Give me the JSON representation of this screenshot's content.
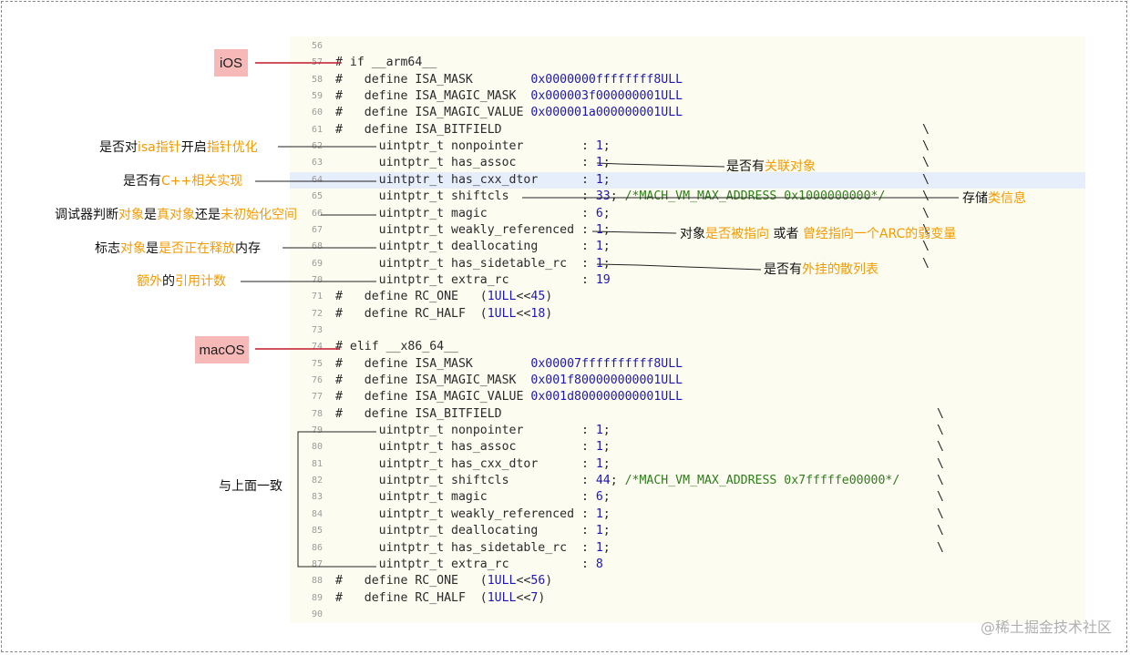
{
  "tags": {
    "ios": "iOS",
    "macos": "macOS"
  },
  "code_lines": [
    {
      "n": "56",
      "segs": []
    },
    {
      "n": "57",
      "segs": [
        {
          "t": "# if __arm64__"
        }
      ]
    },
    {
      "n": "58",
      "segs": [
        {
          "t": "#   define ISA_MASK        "
        },
        {
          "t": "0x0000000ffffffff8ULL",
          "c": "num"
        }
      ]
    },
    {
      "n": "59",
      "segs": [
        {
          "t": "#   define ISA_MAGIC_MASK  "
        },
        {
          "t": "0x000003f000000001ULL",
          "c": "num"
        }
      ]
    },
    {
      "n": "60",
      "segs": [
        {
          "t": "#   define ISA_MAGIC_VALUE "
        },
        {
          "t": "0x000001a000000001ULL",
          "c": "num"
        }
      ]
    },
    {
      "n": "61",
      "segs": [
        {
          "t": "#   define ISA_BITFIELD"
        }
      ],
      "bs": true
    },
    {
      "n": "62",
      "segs": [
        {
          "t": "      uintptr_t nonpointer        : "
        },
        {
          "t": "1",
          "c": "num"
        },
        {
          "t": ";"
        }
      ],
      "bs": true
    },
    {
      "n": "63",
      "segs": [
        {
          "t": "      uintptr_t has_assoc         : "
        },
        {
          "t": "1",
          "c": "num"
        },
        {
          "t": ";"
        }
      ],
      "bs": true
    },
    {
      "n": "64",
      "segs": [
        {
          "t": "      uintptr_t has_cxx_dtor      : "
        },
        {
          "t": "1",
          "c": "num"
        },
        {
          "t": ";"
        }
      ],
      "bs": true,
      "hl": true
    },
    {
      "n": "65",
      "segs": [
        {
          "t": "      uintptr_t shiftcls          : "
        },
        {
          "t": "33",
          "c": "num"
        },
        {
          "t": "; "
        },
        {
          "t": "/*MACH_VM_MAX_ADDRESS 0x1000000000*/",
          "c": "cmt"
        }
      ],
      "bs": true
    },
    {
      "n": "66",
      "segs": [
        {
          "t": "      uintptr_t magic             : "
        },
        {
          "t": "6",
          "c": "num"
        },
        {
          "t": ";"
        }
      ],
      "bs": true
    },
    {
      "n": "67",
      "segs": [
        {
          "t": "      uintptr_t weakly_referenced : "
        },
        {
          "t": "1",
          "c": "num"
        },
        {
          "t": ";"
        }
      ],
      "bs": true
    },
    {
      "n": "68",
      "segs": [
        {
          "t": "      uintptr_t deallocating      : "
        },
        {
          "t": "1",
          "c": "num"
        },
        {
          "t": ";"
        }
      ],
      "bs": true
    },
    {
      "n": "69",
      "segs": [
        {
          "t": "      uintptr_t has_sidetable_rc  : "
        },
        {
          "t": "1",
          "c": "num"
        },
        {
          "t": ";"
        }
      ],
      "bs": true
    },
    {
      "n": "70",
      "segs": [
        {
          "t": "      uintptr_t extra_rc          : "
        },
        {
          "t": "19",
          "c": "num"
        }
      ]
    },
    {
      "n": "71",
      "segs": [
        {
          "t": "#   define RC_ONE   ("
        },
        {
          "t": "1ULL",
          "c": "num"
        },
        {
          "t": "<<"
        },
        {
          "t": "45",
          "c": "num"
        },
        {
          "t": ")"
        }
      ]
    },
    {
      "n": "72",
      "segs": [
        {
          "t": "#   define RC_HALF  ("
        },
        {
          "t": "1ULL",
          "c": "num"
        },
        {
          "t": "<<"
        },
        {
          "t": "18",
          "c": "num"
        },
        {
          "t": ")"
        }
      ]
    },
    {
      "n": "73",
      "segs": []
    },
    {
      "n": "74",
      "segs": [
        {
          "t": "# elif __x86_64__"
        }
      ]
    },
    {
      "n": "75",
      "segs": [
        {
          "t": "#   define ISA_MASK        "
        },
        {
          "t": "0x00007ffffffffff8ULL",
          "c": "num"
        }
      ]
    },
    {
      "n": "76",
      "segs": [
        {
          "t": "#   define ISA_MAGIC_MASK  "
        },
        {
          "t": "0x001f800000000001ULL",
          "c": "num"
        }
      ]
    },
    {
      "n": "77",
      "segs": [
        {
          "t": "#   define ISA_MAGIC_VALUE "
        },
        {
          "t": "0x001d800000000001ULL",
          "c": "num"
        }
      ]
    },
    {
      "n": "78",
      "segs": [
        {
          "t": "#   define ISA_BITFIELD"
        }
      ],
      "bs": true
    },
    {
      "n": "79",
      "segs": [
        {
          "t": "      uintptr_t nonpointer        : "
        },
        {
          "t": "1",
          "c": "num"
        },
        {
          "t": ";"
        }
      ],
      "bs": true
    },
    {
      "n": "80",
      "segs": [
        {
          "t": "      uintptr_t has_assoc         : "
        },
        {
          "t": "1",
          "c": "num"
        },
        {
          "t": ";"
        }
      ],
      "bs": true
    },
    {
      "n": "81",
      "segs": [
        {
          "t": "      uintptr_t has_cxx_dtor      : "
        },
        {
          "t": "1",
          "c": "num"
        },
        {
          "t": ";"
        }
      ],
      "bs": true
    },
    {
      "n": "82",
      "segs": [
        {
          "t": "      uintptr_t shiftcls          : "
        },
        {
          "t": "44",
          "c": "num"
        },
        {
          "t": "; "
        },
        {
          "t": "/*MACH_VM_MAX_ADDRESS 0x7fffffe00000*/",
          "c": "cmt"
        }
      ],
      "bs": true
    },
    {
      "n": "83",
      "segs": [
        {
          "t": "      uintptr_t magic             : "
        },
        {
          "t": "6",
          "c": "num"
        },
        {
          "t": ";"
        }
      ],
      "bs": true
    },
    {
      "n": "84",
      "segs": [
        {
          "t": "      uintptr_t weakly_referenced : "
        },
        {
          "t": "1",
          "c": "num"
        },
        {
          "t": ";"
        }
      ],
      "bs": true
    },
    {
      "n": "85",
      "segs": [
        {
          "t": "      uintptr_t deallocating      : "
        },
        {
          "t": "1",
          "c": "num"
        },
        {
          "t": ";"
        }
      ],
      "bs": true
    },
    {
      "n": "86",
      "segs": [
        {
          "t": "      uintptr_t has_sidetable_rc  : "
        },
        {
          "t": "1",
          "c": "num"
        },
        {
          "t": ";"
        }
      ],
      "bs": true
    },
    {
      "n": "87",
      "segs": [
        {
          "t": "      uintptr_t extra_rc          : "
        },
        {
          "t": "8",
          "c": "num"
        }
      ]
    },
    {
      "n": "88",
      "segs": [
        {
          "t": "#   define RC_ONE   ("
        },
        {
          "t": "1ULL",
          "c": "num"
        },
        {
          "t": "<<"
        },
        {
          "t": "56",
          "c": "num"
        },
        {
          "t": ")"
        }
      ]
    },
    {
      "n": "89",
      "segs": [
        {
          "t": "#   define RC_HALF  ("
        },
        {
          "t": "1ULL",
          "c": "num"
        },
        {
          "t": "<<"
        },
        {
          "t": "7",
          "c": "num"
        },
        {
          "t": ")"
        }
      ]
    },
    {
      "n": "90",
      "segs": []
    }
  ],
  "annotations": {
    "nonpointer": [
      {
        "t": "是否对"
      },
      {
        "t": "isa指针",
        "o": true
      },
      {
        "t": "开启"
      },
      {
        "t": "指针优化",
        "o": true
      }
    ],
    "has_cxx_dtor": [
      {
        "t": "是否有"
      },
      {
        "t": "C++相关实现",
        "o": true
      }
    ],
    "magic": [
      {
        "t": "调试器判断"
      },
      {
        "t": "对象",
        "o": true
      },
      {
        "t": "是"
      },
      {
        "t": "真对象",
        "o": true
      },
      {
        "t": "还是"
      },
      {
        "t": "未初始化空间",
        "o": true
      }
    ],
    "deallocating": [
      {
        "t": "标志"
      },
      {
        "t": "对象",
        "o": true
      },
      {
        "t": "是"
      },
      {
        "t": "是否正在释放",
        "o": true
      },
      {
        "t": "内存"
      }
    ],
    "extra_rc": [
      {
        "t": "额外",
        "o": true
      },
      {
        "t": "的"
      },
      {
        "t": "引用计数",
        "o": true
      }
    ],
    "has_assoc": [
      {
        "t": "是否有"
      },
      {
        "t": "关联对象",
        "o": true
      }
    ],
    "shiftcls": [
      {
        "t": "存储"
      },
      {
        "t": "类信息",
        "o": true
      }
    ],
    "weakly_referenced": [
      {
        "t": "对象"
      },
      {
        "t": "是否被指向",
        "o": true
      },
      {
        "t": " 或者 "
      },
      {
        "t": "曾经指向一个ARC的弱变量",
        "o": true
      }
    ],
    "has_sidetable_rc": [
      {
        "t": "是否有"
      },
      {
        "t": "外挂的散列表",
        "o": true
      }
    ],
    "same_as_above": [
      {
        "t": "与上面一致"
      }
    ]
  },
  "watermark": "@稀土掘金技术社区",
  "colors": {
    "accent": "#f39a00",
    "tag_bg": "#f7b8b8",
    "tag_line": "#c0192a",
    "number": "#1c16b9",
    "comment": "#2f7d1b",
    "code_bg": "#fdfcf1",
    "highlight": "#e7eefb"
  }
}
